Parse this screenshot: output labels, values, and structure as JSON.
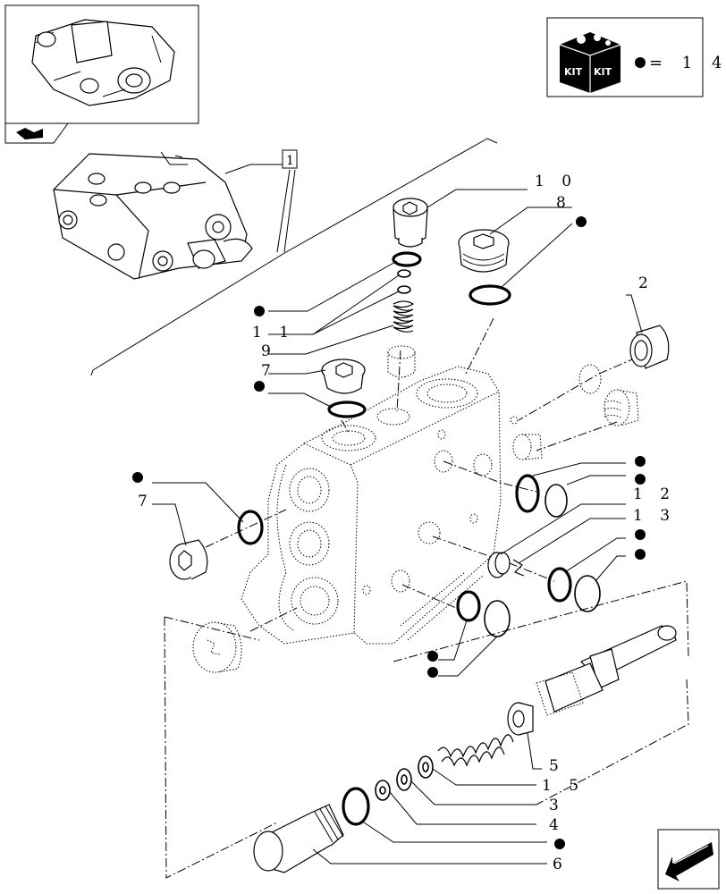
{
  "kit_box": {
    "icon": "kit-box-icon",
    "kit_word_1": "KIT",
    "kit_word_2": "KIT",
    "symbol": "●",
    "text": "= 1 4"
  },
  "reference_tag": "1",
  "callouts": {
    "c10": "1 0",
    "c8": "8",
    "c11": "1 1",
    "c9": "9",
    "c7a": "7",
    "c7b": "7",
    "c2": "2",
    "c12": "1 2",
    "c13": "1 3",
    "c5": "5",
    "c15": "1 5",
    "c3": "3",
    "c4": "4",
    "c6": "6"
  },
  "kit_marker": "●",
  "nav": {
    "back_icon": "page-back-icon",
    "next_icon": "next-arrow-icon"
  }
}
